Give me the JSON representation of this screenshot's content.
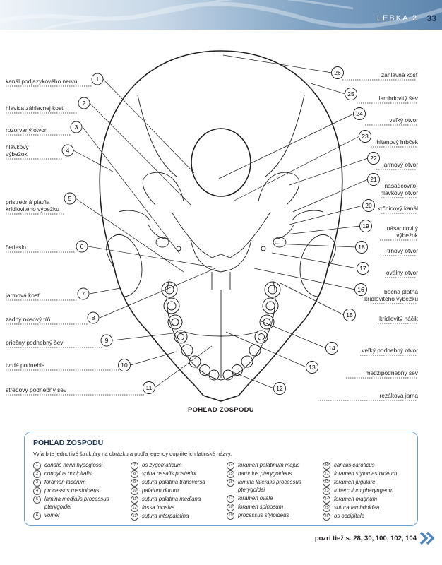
{
  "header": {
    "running_title": "LEBKA 2",
    "page_number": "33",
    "accent": "#5e86ae"
  },
  "left_labels": [
    {
      "n": "1",
      "text": "kanál podjazykového nervu"
    },
    {
      "n": "2",
      "text": "hlavica záhlavnej kosti"
    },
    {
      "n": "3",
      "text": "rozorvaný otvor"
    },
    {
      "n": "4",
      "text": "hlávkový\nvýbežok"
    },
    {
      "n": "5",
      "text": "pristredná platňa\nkrídlovitého výbežku"
    },
    {
      "n": "6",
      "text": "čerieslo"
    },
    {
      "n": "7",
      "text": "jarmová kosť"
    },
    {
      "n": "8",
      "text": "zadný nosový tŕň"
    },
    {
      "n": "9",
      "text": "priečny podnebný šev"
    },
    {
      "n": "10",
      "text": "tvrdé podnebie"
    },
    {
      "n": "11",
      "text": "stredový podnebný šev"
    }
  ],
  "right_labels": [
    {
      "n": "26",
      "text": "záhlavná kosť"
    },
    {
      "n": "25",
      "text": "lambdovitý šev"
    },
    {
      "n": "24",
      "text": "veľký otvor"
    },
    {
      "n": "23",
      "text": "hltanový hrbček"
    },
    {
      "n": "22",
      "text": "jarmový otvor"
    },
    {
      "n": "21",
      "text": "násadcovito-\nhlávkový otvor"
    },
    {
      "n": "20",
      "text": "krčnicový kanál"
    },
    {
      "n": "19",
      "text": "násadcovitý\nvýbežok"
    },
    {
      "n": "18",
      "text": "tŕňový otvor"
    },
    {
      "n": "17",
      "text": "oválny otvor"
    },
    {
      "n": "16",
      "text": "bočná platňa\nkrídlovitého výbežku"
    },
    {
      "n": "15",
      "text": "krídlovitý háčik"
    },
    {
      "n": "14",
      "text": "veľký podnebný otvor"
    },
    {
      "n": "13",
      "text": "medzipodnebný šev"
    },
    {
      "n": "12",
      "text": "rezáková jama"
    }
  ],
  "caption": "POHĽAD ZOSPODU",
  "panel": {
    "title": "POHĽAD ZOSPODU",
    "instruction": "Vyfarbite jednotlivé štruktúry na obrázku a podľa legendy doplňte ich latinské názvy.",
    "border_color": "#6d9ec6",
    "legend": [
      [
        {
          "n": "1",
          "text": "canalis nervi hypoglossi"
        },
        {
          "n": "2",
          "text": "condylus occipitalis"
        },
        {
          "n": "3",
          "text": "foramen lacerum"
        },
        {
          "n": "4",
          "text": "processus mastoideus"
        },
        {
          "n": "5",
          "text": "lamina medialis processus pterygoidei"
        },
        {
          "n": "6",
          "text": "vomer"
        }
      ],
      [
        {
          "n": "7",
          "text": "os zygomaticum"
        },
        {
          "n": "8",
          "text": "spina nasalis posterior"
        },
        {
          "n": "9",
          "text": "sutura palatina transversa"
        },
        {
          "n": "10",
          "text": "palatum durum"
        },
        {
          "n": "11",
          "text": "sutura palatina mediana"
        },
        {
          "n": "12",
          "text": "fossa incisiva"
        },
        {
          "n": "13",
          "text": "sutura interpalatina"
        }
      ],
      [
        {
          "n": "14",
          "text": "foramen palatinum majus"
        },
        {
          "n": "15",
          "text": "hamulus pterygoideus"
        },
        {
          "n": "16",
          "text": "lamina lateralis processus pterygoidei"
        },
        {
          "n": "17",
          "text": "foramen ovale"
        },
        {
          "n": "18",
          "text": "foramen spinosum"
        },
        {
          "n": "19",
          "text": "processus styloideus"
        }
      ],
      [
        {
          "n": "20",
          "text": "canalis caroticus"
        },
        {
          "n": "21",
          "text": "foramen stylomastoideum"
        },
        {
          "n": "22",
          "text": "foramen jugulare"
        },
        {
          "n": "23",
          "text": "tuberculum pharyngeum"
        },
        {
          "n": "24",
          "text": "foramen magnum"
        },
        {
          "n": "25",
          "text": "sutura lambdoidea"
        },
        {
          "n": "26",
          "text": "os occipitale"
        }
      ]
    ]
  },
  "footer": {
    "see_also": "pozri tiež s. 28, 30, 100, 102, 104",
    "icon": "double-chevron-right-icon"
  }
}
